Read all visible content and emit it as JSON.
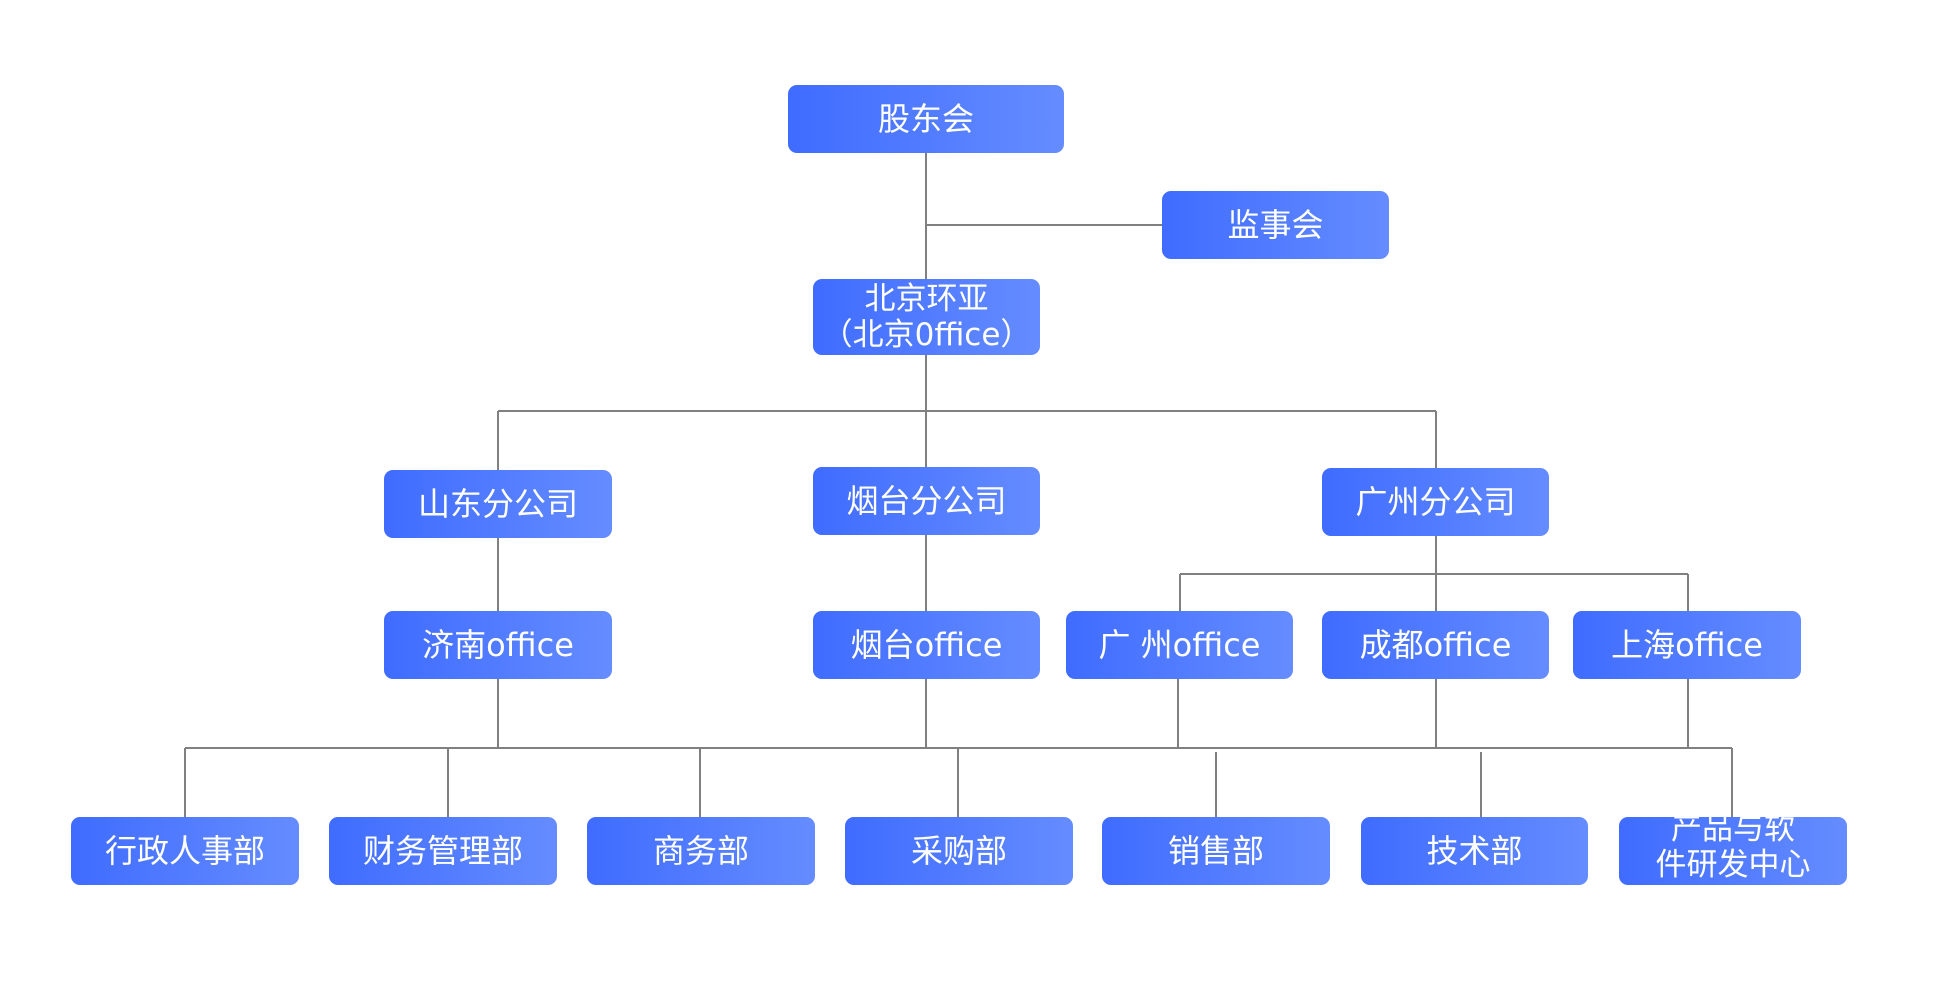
{
  "org_chart": {
    "shareholders": "股东会",
    "supervisors": "监事会",
    "headquarters": {
      "line1": "北京环亚",
      "line2": "（北京0ffice）"
    },
    "branches": {
      "shandong": "山东分公司",
      "yantai": "烟台分公司",
      "guangzhou": "广州分公司"
    },
    "offices": {
      "jinan": "济南office",
      "yantai": "烟台office",
      "guangzhou": "广 州office",
      "chengdu": "成都office",
      "shanghai": "上海office"
    },
    "departments": {
      "admin_hr": "行政人事部",
      "finance": "财务管理部",
      "business": "商务部",
      "procurement": "采购部",
      "sales": "销售部",
      "technology": "技术部",
      "product_software": {
        "line1": "产品与软",
        "line2": "件研发中心"
      }
    }
  }
}
